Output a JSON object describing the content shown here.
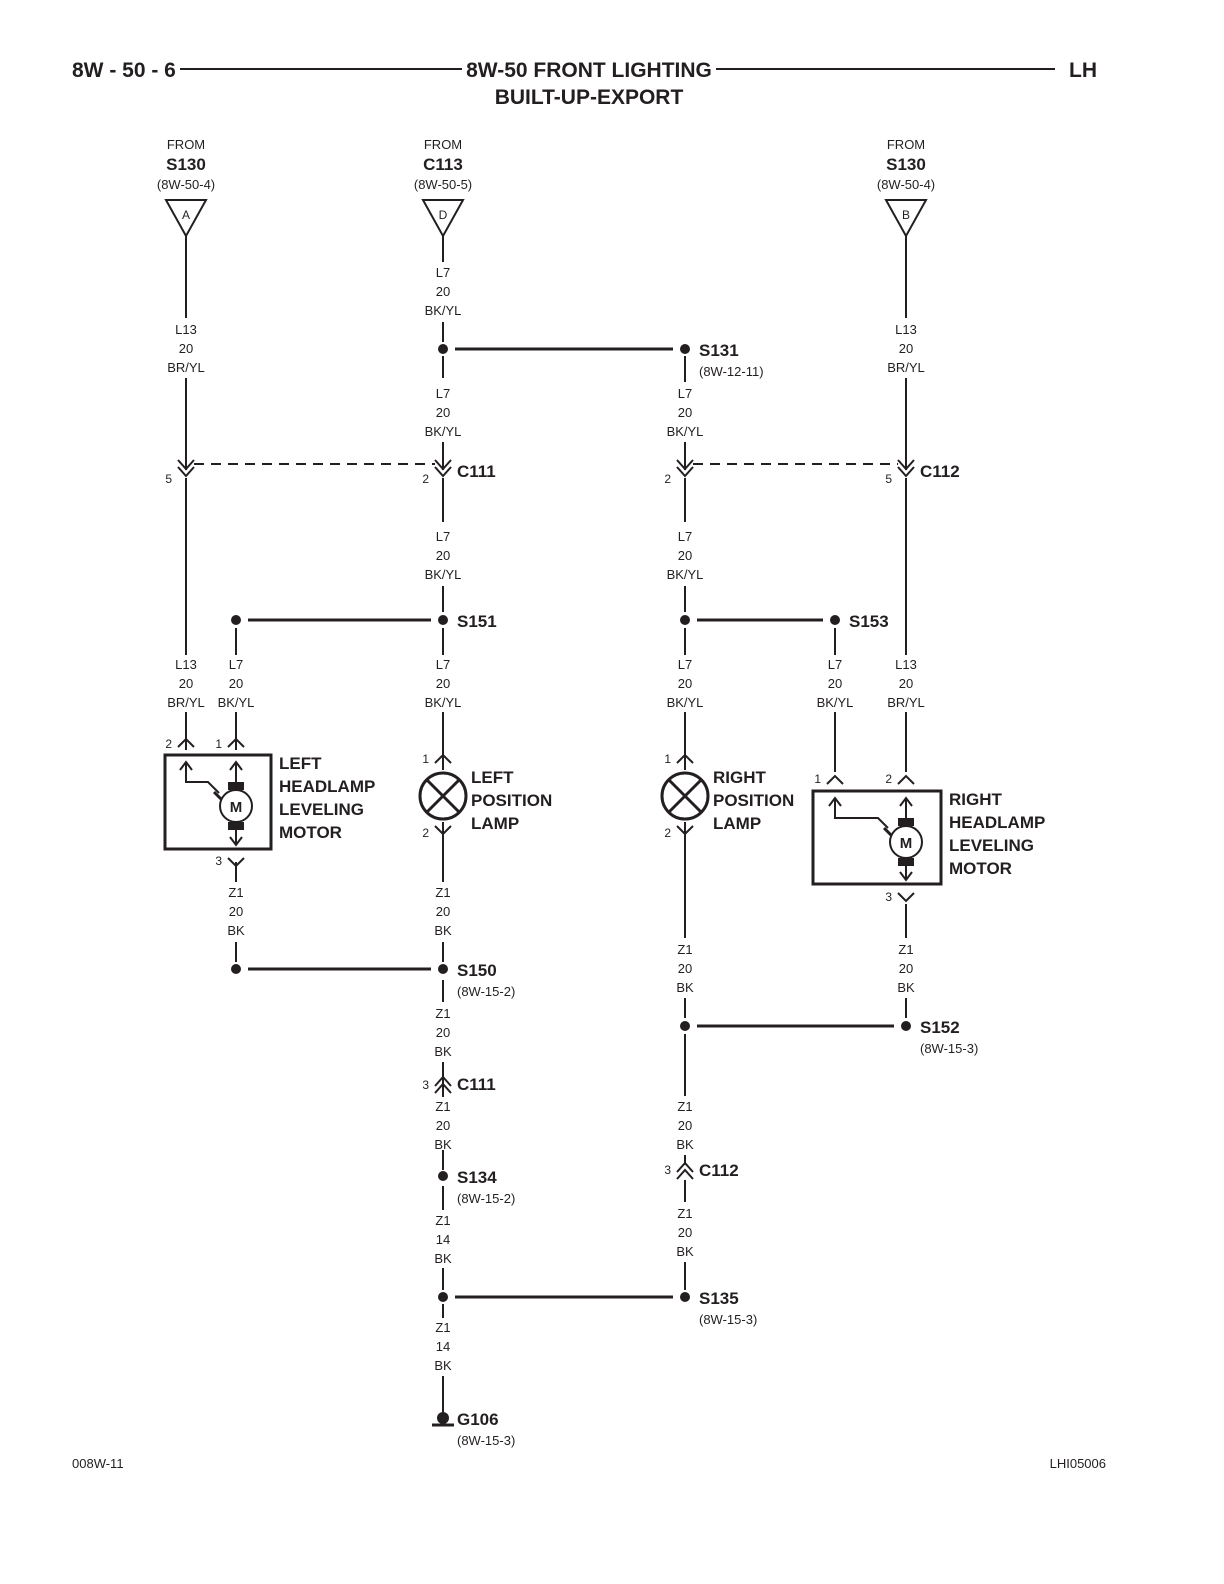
{
  "header": {
    "page_number": "8W - 50 - 6",
    "title": "8W-50 FRONT LIGHTING",
    "subtitle": "BUILT-UP-EXPORT",
    "side_code": "LH"
  },
  "footer": {
    "left_code": "008W-11",
    "right_code": "LHI05006"
  },
  "sources": [
    {
      "from": "FROM",
      "name": "S130",
      "ref": "(8W-50-4)",
      "letter": "A"
    },
    {
      "from": "FROM",
      "name": "C113",
      "ref": "(8W-50-5)",
      "letter": "D"
    },
    {
      "from": "FROM",
      "name": "S130",
      "ref": "(8W-50-4)",
      "letter": "B"
    }
  ],
  "splices": {
    "s131": {
      "name": "S131",
      "ref": "(8W-12-11)"
    },
    "s151": {
      "name": "S151"
    },
    "s153": {
      "name": "S153"
    },
    "s150": {
      "name": "S150",
      "ref": "(8W-15-2)"
    },
    "s152": {
      "name": "S152",
      "ref": "(8W-15-3)"
    },
    "s134": {
      "name": "S134",
      "ref": "(8W-15-2)"
    },
    "s135": {
      "name": "S135",
      "ref": "(8W-15-3)"
    }
  },
  "connectors": {
    "c111": "C111",
    "c112": "C112"
  },
  "ground": {
    "name": "G106",
    "ref": "(8W-15-3)"
  },
  "components": {
    "left_motor": [
      "LEFT",
      "HEADLAMP",
      "LEVELING",
      "MOTOR"
    ],
    "left_lamp": [
      "LEFT",
      "POSITION",
      "LAMP"
    ],
    "right_lamp": [
      "RIGHT",
      "POSITION",
      "LAMP"
    ],
    "right_motor": [
      "RIGHT",
      "HEADLAMP",
      "LEVELING",
      "MOTOR"
    ],
    "motor_symbol": "M"
  },
  "pins": {
    "one": "1",
    "two": "2",
    "three": "3",
    "five": "5"
  },
  "wires": {
    "l7_20_bkyl": [
      "L7",
      "20",
      "BK/YL"
    ],
    "l13_20_bryl": [
      "L13",
      "20",
      "BR/YL"
    ],
    "z1_20_bk": [
      "Z1",
      "20",
      "BK"
    ],
    "z1_14_bk": [
      "Z1",
      "14",
      "BK"
    ]
  }
}
